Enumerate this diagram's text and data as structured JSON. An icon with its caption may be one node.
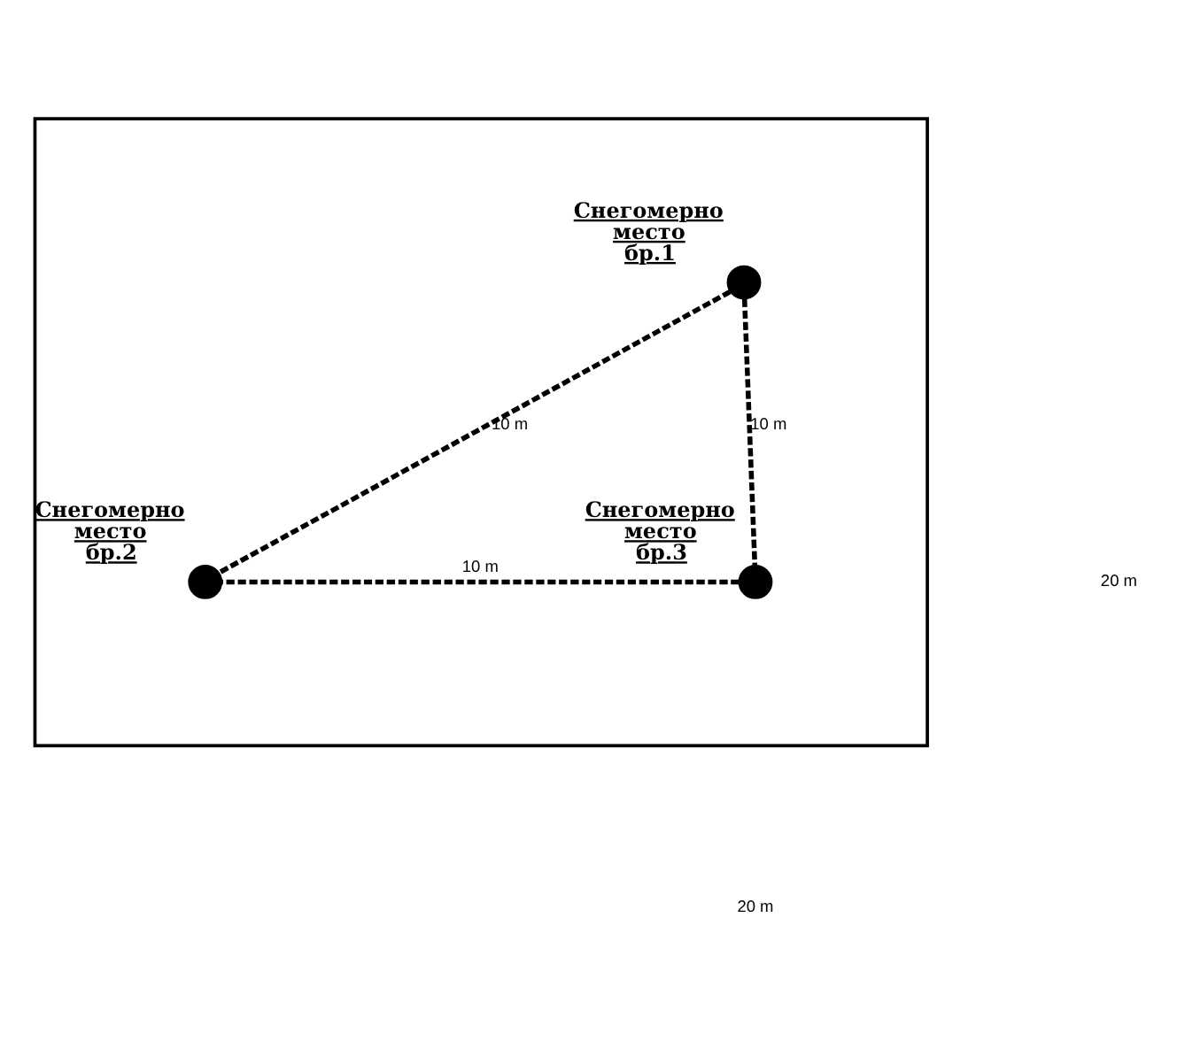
{
  "diagram": {
    "nodes": [
      {
        "text": [],
        "shape": "box"
      },
      {
        "text": [],
        "shape": "circle",
        "in": 0,
        "beside": [
          "Снегомерно место бр.1"
        ]
      },
      {
        "text": [],
        "shape": "circle",
        "in": 0,
        "beside": [
          "Снегомерно место бр.2"
        ]
      },
      {
        "text": [],
        "shape": "circle",
        "in": 0,
        "beside": [
          "Снегомерно место бр.3"
        ]
      }
    ],
    "edges": [
      {
        "from": 1,
        "to": 3,
        "arrow": "none",
        "style": "dashed",
        "label": "10 m"
      },
      {
        "from": 1,
        "to": 2,
        "arrow": "none",
        "style": "dashed",
        "label": "10 m"
      },
      {
        "from": 3,
        "to": 2,
        "arrow": "none",
        "style": "dashed",
        "label": "10 m"
      }
    ],
    "labels": [
      "20 m",
      "20 m"
    ]
  }
}
